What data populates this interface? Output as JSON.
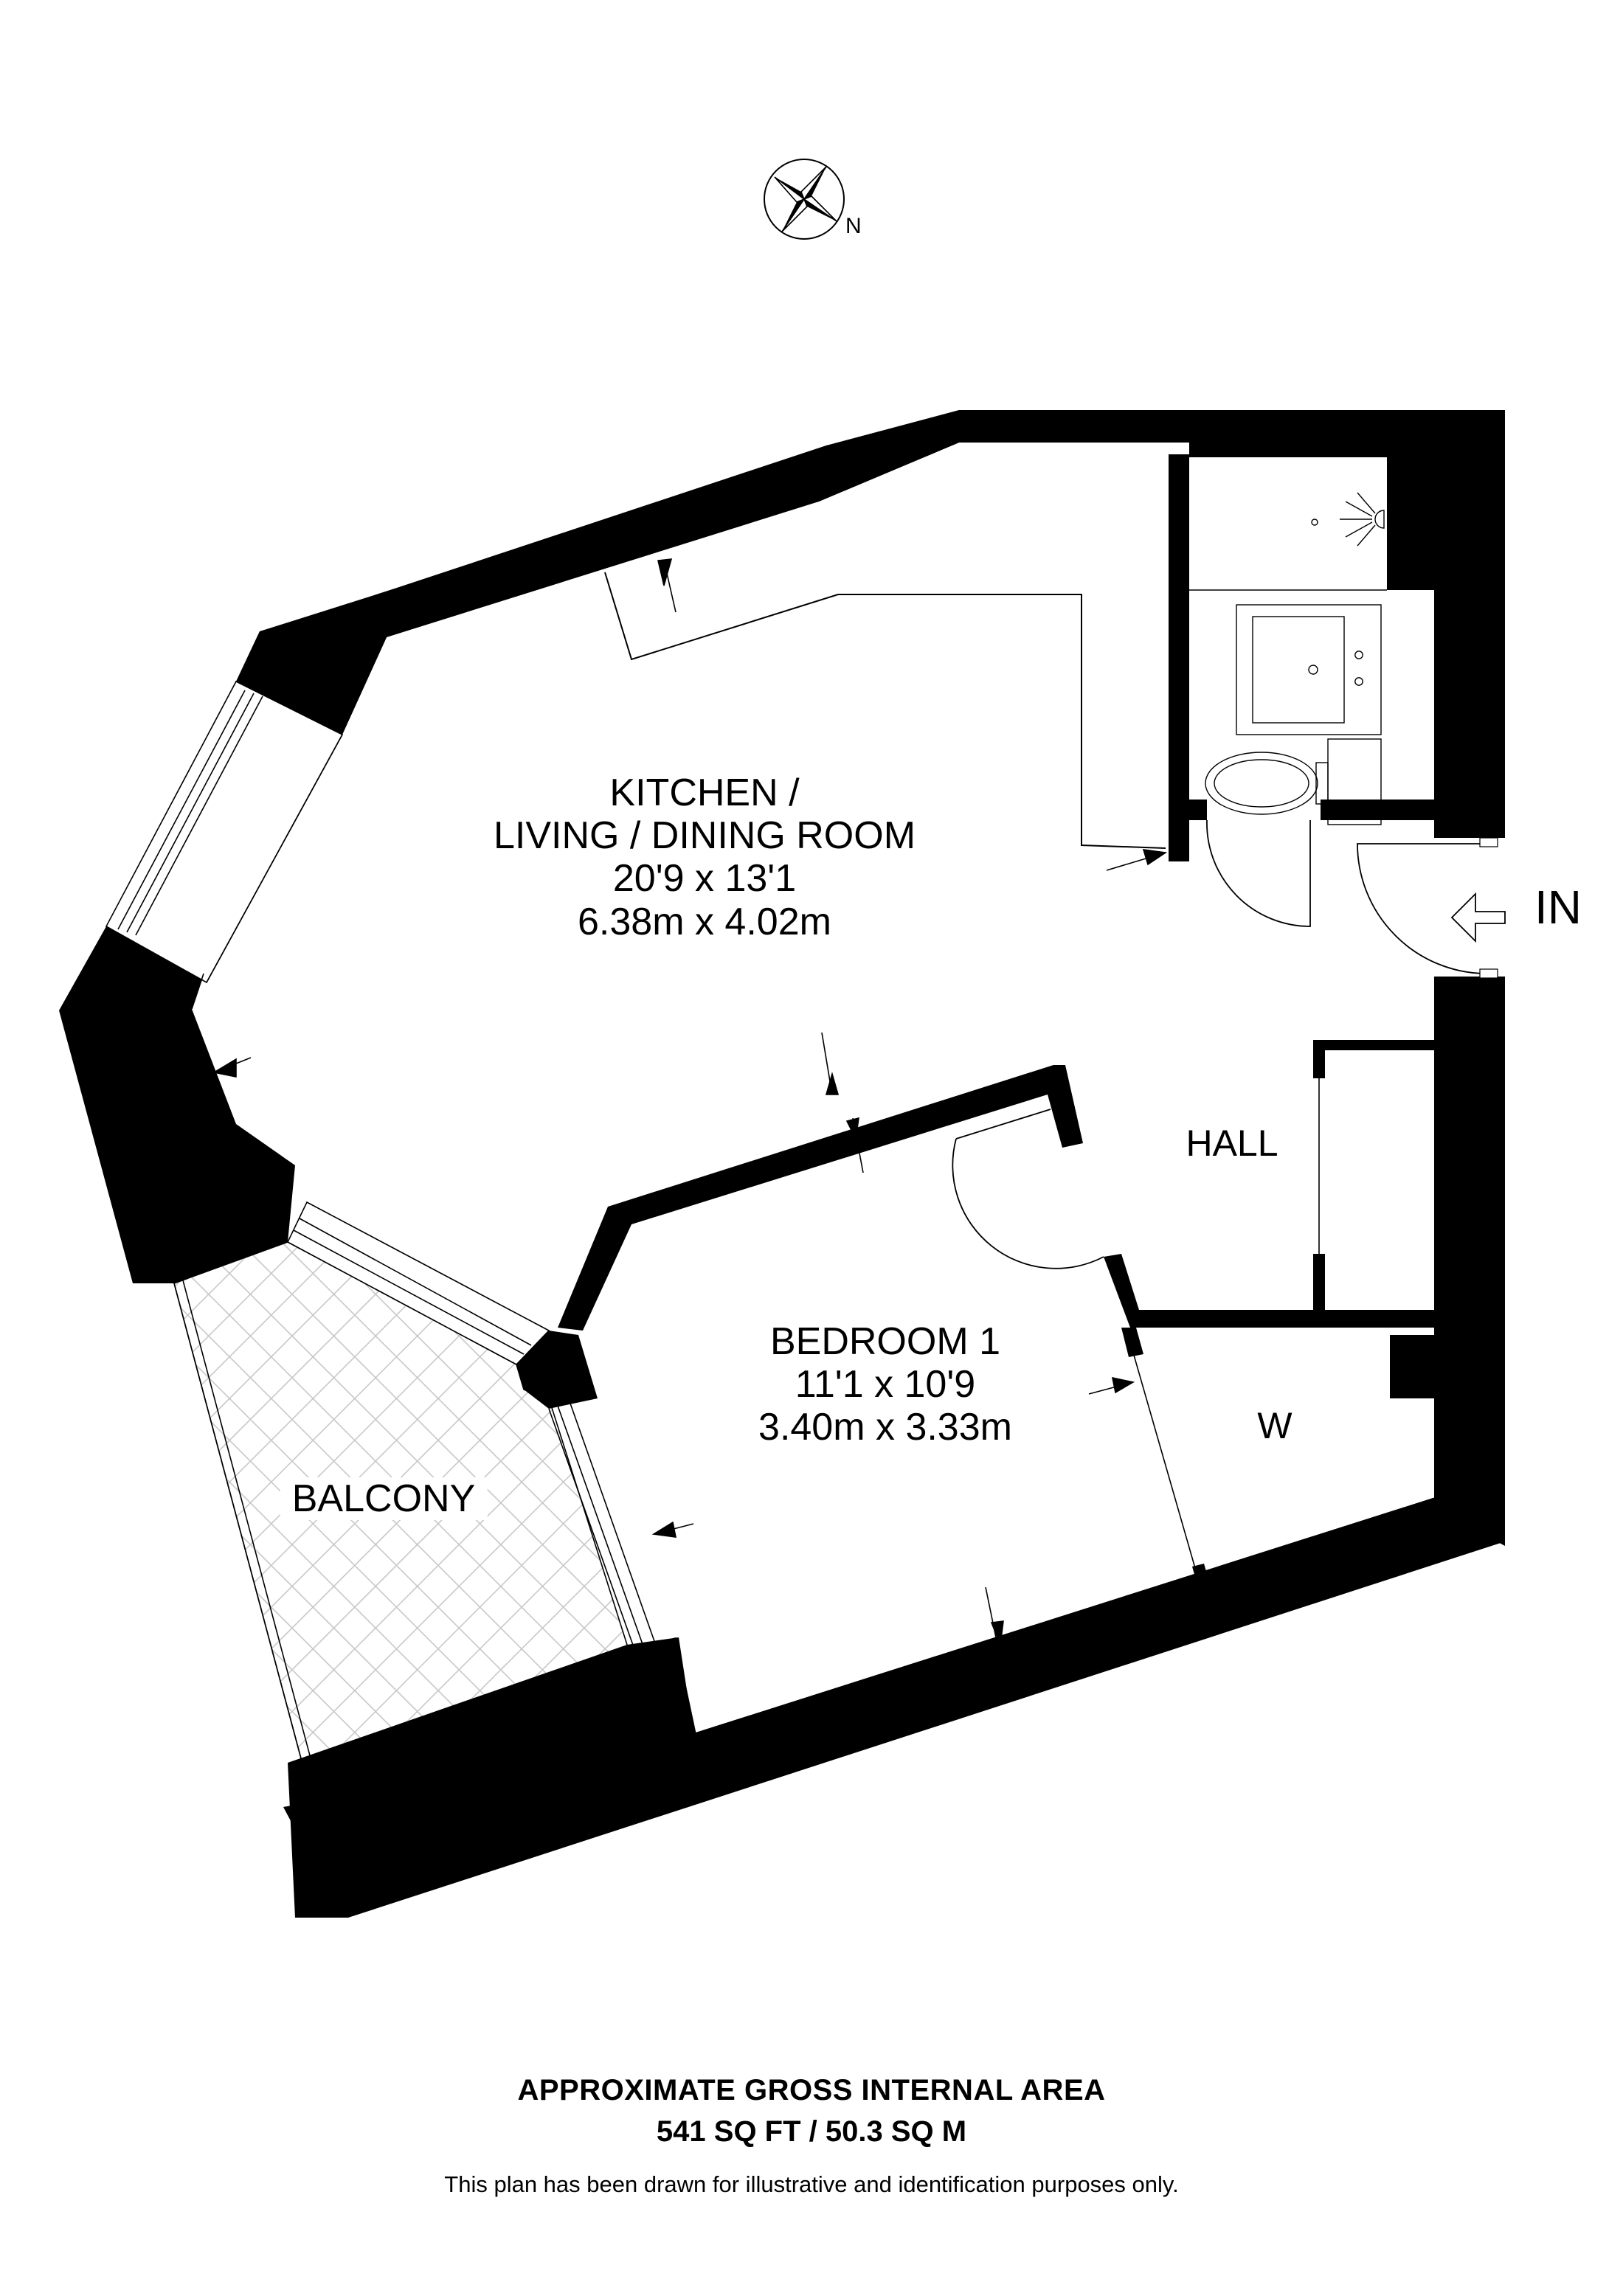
{
  "compass": {
    "icon": "compass-rose-icon",
    "north_label": "N"
  },
  "rooms": {
    "kitchen": {
      "name_line1": "KITCHEN /",
      "name_line2": "LIVING / DINING ROOM",
      "imperial": "20'9 x 13'1",
      "metric": "6.38m x 4.02m"
    },
    "bedroom": {
      "name": "BEDROOM 1",
      "imperial": "11'1 x 10'9",
      "metric": "3.40m x 3.33m"
    },
    "balcony": {
      "name": "BALCONY"
    },
    "hall": {
      "name": "HALL"
    },
    "wardrobe": {
      "name": "W"
    }
  },
  "entrance": {
    "label": "IN",
    "icon": "arrow-left-outline-icon"
  },
  "fixtures": [
    "shower-icon",
    "washbasin-icon",
    "toilet-icon"
  ],
  "footer": {
    "title": "APPROXIMATE GROSS INTERNAL AREA",
    "area": "541 SQ FT / 50.3 SQ M",
    "disclaimer": "This plan has been drawn for illustrative and identification purposes only."
  },
  "colors": {
    "wall": "#000000",
    "background": "#ffffff",
    "balcony_hatch": "#c8c8c8"
  }
}
